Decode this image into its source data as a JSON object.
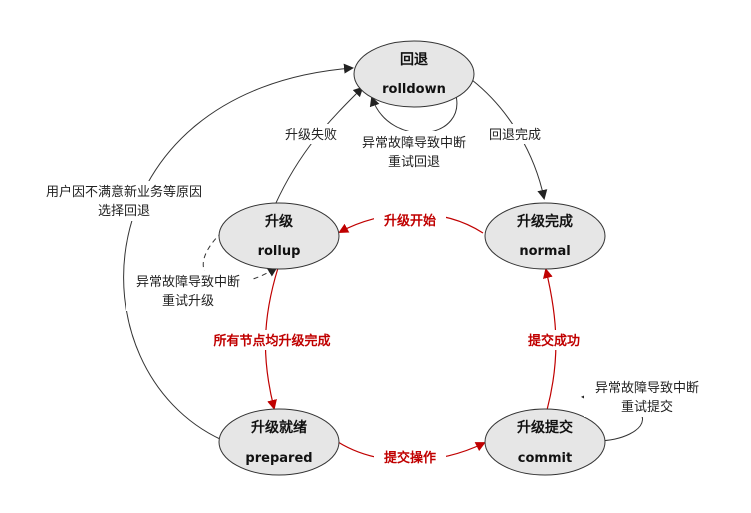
{
  "colors": {
    "node_fill": "#e6e6e6",
    "node_stroke": "#333333",
    "main_flow": "#c00000",
    "edge": "#333333"
  },
  "nodes": {
    "rolldown": {
      "title": "回退",
      "sub": "rolldown"
    },
    "rollup": {
      "title": "升级",
      "sub": "rollup"
    },
    "normal": {
      "title": "升级完成",
      "sub": "normal"
    },
    "prepared": {
      "title": "升级就绪",
      "sub": "prepared"
    },
    "commit": {
      "title": "升级提交",
      "sub": "commit"
    }
  },
  "edges": {
    "normal_to_rollup": "升级开始",
    "rollup_to_prepared": "所有节点均升级完成",
    "prepared_to_commit": "提交操作",
    "commit_to_normal": "提交成功",
    "rollup_to_rolldown": "升级失败",
    "rolldown_to_normal": "回退完成",
    "rolldown_self": [
      "异常故障导致中断",
      "重试回退"
    ],
    "rollup_self": [
      "异常故障导致中断",
      "重试升级"
    ],
    "commit_self": [
      "异常故障导致中断",
      "重试提交"
    ],
    "prepared_to_rolldown": [
      "用户因不满意新业务等原因",
      "选择回退"
    ]
  }
}
